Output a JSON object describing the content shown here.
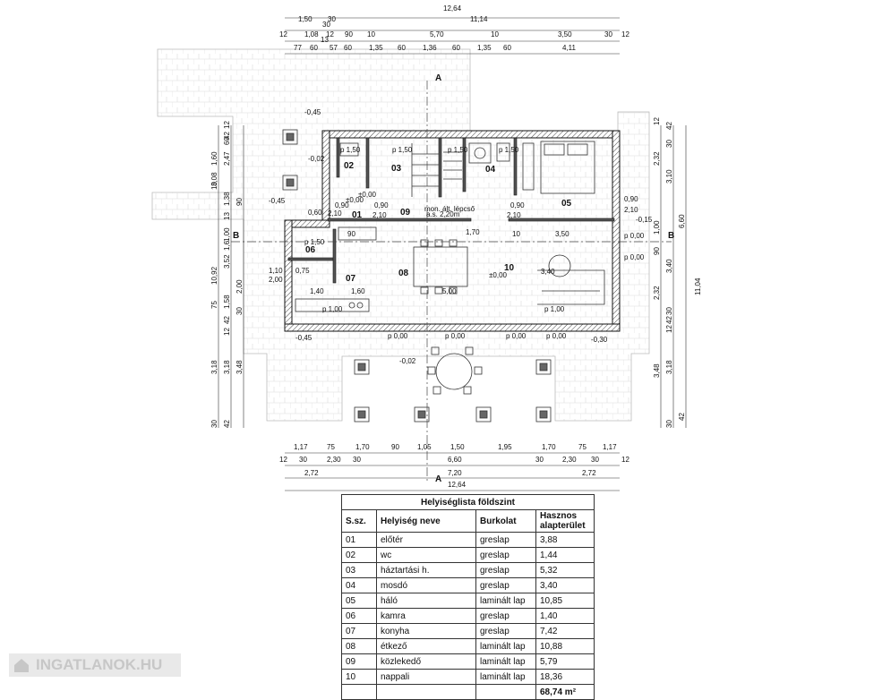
{
  "plan": {
    "room_labels": [
      "01",
      "02",
      "03",
      "04",
      "05",
      "06",
      "07",
      "08",
      "09",
      "10"
    ],
    "section_marks": [
      "A",
      "A",
      "B",
      "B"
    ],
    "dims_top": [
      "12,64",
      "1,50",
      "30",
      "11,14",
      "30",
      "1,08",
      "13",
      "12",
      "90",
      "10",
      "5,70",
      "10",
      "3,50",
      "30",
      "12",
      "12",
      "77",
      "60",
      "57",
      "60",
      "1,35",
      "60",
      "1,36",
      "60",
      "1,35",
      "60",
      "4,11"
    ],
    "dims_bottom": [
      "1,17",
      "75",
      "1,70",
      "90",
      "1,05",
      "1,50",
      "1,95",
      "1,70",
      "75",
      "1,17",
      "12",
      "30",
      "2,30",
      "30",
      "6,60",
      "30",
      "2,30",
      "30",
      "12",
      "2,72",
      "7,20",
      "2,72",
      "12,64"
    ],
    "dims_left": [
      "12",
      "42",
      "60",
      "1,60",
      "2,47",
      "3,08",
      "10",
      "1,38",
      "90",
      "13",
      "1,00",
      "1,6",
      "10,92",
      "3,52",
      "2,00",
      "1,58",
      "75",
      "30",
      "42",
      "12",
      "3,18",
      "3,18",
      "3,48",
      "30",
      "42"
    ],
    "dims_right": [
      "12",
      "42",
      "30",
      "2,32",
      "3,10",
      "1,00",
      "6,60",
      "11,04",
      "90",
      "3,40",
      "2,32",
      "30",
      "42",
      "12",
      "3,48",
      "3,18",
      "30",
      "42"
    ],
    "levels": [
      "-0,45",
      "-0,02",
      "±0,00",
      "-0,45",
      "-0,15",
      "±0,00",
      "-0,45",
      "-0,02",
      "-0,30",
      "±0,00"
    ],
    "interior": [
      "p 1,50",
      "p 1,50",
      "p 1,50",
      "p 1,50",
      "p 1,50",
      "p 1,00",
      "p 1,00",
      "p 0,00",
      "p 0,00",
      "p 0,00",
      "p 0,00",
      "p 0,00",
      "p 0,00",
      "0,90",
      "2,10",
      "0,90",
      "2,10",
      "0,90",
      "2,10",
      "0,90",
      "2,10",
      "90",
      "10",
      "1,70",
      "3,50",
      "3,40",
      "5,00",
      "1,60",
      "1,40",
      "1,10",
      "0,75",
      "2,00",
      "0,60",
      "mon. ált. lépcső",
      "a.s. 2,20m"
    ]
  },
  "table": {
    "title": "Helyiséglista földszint",
    "headers": [
      "S.sz.",
      "Helyiség neve",
      "Burkolat",
      "Hasznos alapterület"
    ],
    "rows": [
      [
        "01",
        "előtér",
        "greslap",
        "3,88"
      ],
      [
        "02",
        "wc",
        "greslap",
        "1,44"
      ],
      [
        "03",
        "háztartási h.",
        "greslap",
        "5,32"
      ],
      [
        "04",
        "mosdó",
        "greslap",
        "3,40"
      ],
      [
        "05",
        "háló",
        "laminált lap",
        "10,85"
      ],
      [
        "06",
        "kamra",
        "greslap",
        "1,40"
      ],
      [
        "07",
        "konyha",
        "greslap",
        "7,42"
      ],
      [
        "08",
        "étkező",
        "laminált lap",
        "10,88"
      ],
      [
        "09",
        "közlekedő",
        "laminált lap",
        "5,79"
      ],
      [
        "10",
        "nappali",
        "laminált lap",
        "18,36"
      ]
    ],
    "total": "68,74 m²"
  },
  "watermark": "INGATLANOK.HU"
}
